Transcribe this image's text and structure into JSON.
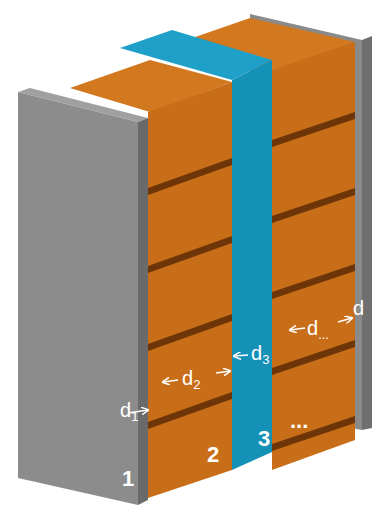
{
  "diagram": {
    "labels": [
      "1",
      "2",
      "3",
      "...",
      "d1",
      "d2",
      "d3",
      "d...",
      "d"
    ]
  }
}
